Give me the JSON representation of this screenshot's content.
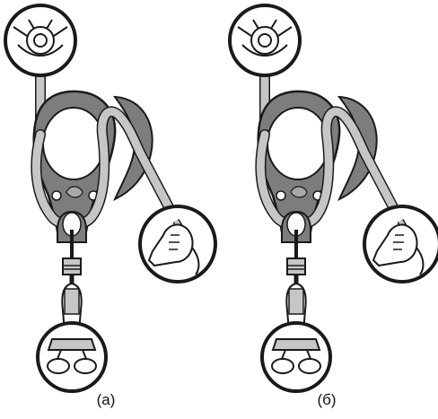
{
  "figure": {
    "panels": [
      {
        "id": "a",
        "caption": "(а)"
      },
      {
        "id": "b",
        "caption": "(б)"
      }
    ]
  },
  "colors": {
    "outline": "#1a1a1a",
    "device_dark": "#7d7d7d",
    "device_mid": "#a9a9a9",
    "rope_light": "#c6c6c6",
    "circle_fill": "#ffffff"
  }
}
